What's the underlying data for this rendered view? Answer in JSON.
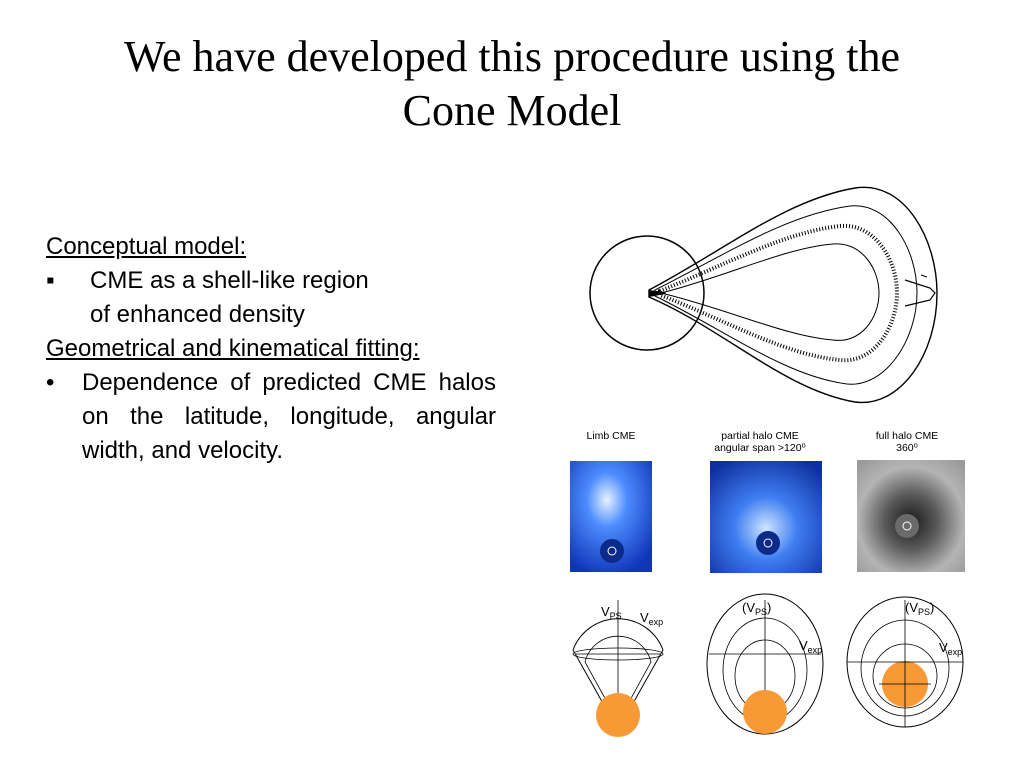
{
  "slide": {
    "title_line1": "We have developed this procedure using the",
    "title_line2": "Cone Model"
  },
  "text": {
    "heading1": "Conceptual model:",
    "bullet1_marker": "▪",
    "bullet1_line1": "CME as a shell-like region",
    "bullet1_line2": "of enhanced density",
    "heading2": "Geometrical and kinematical fitting:",
    "bullet2_marker": "•",
    "bullet2_text": "Dependence of predicted CME halos on the latitude, longitude, angular width, and velocity."
  },
  "figure": {
    "captions": [
      {
        "line1": "Limb CME",
        "line2": ""
      },
      {
        "line1": "partial halo CME",
        "line2": "angular span >120⁰"
      },
      {
        "line1": "full halo CME",
        "line2": "360⁰"
      }
    ],
    "diagram_labels": {
      "d1_vps": "V",
      "d1_vps_sub": "PS",
      "d1_vexp": "V",
      "d1_vexp_sub": "exp",
      "d2_vps": "(V",
      "d2_vps_sub": "PS",
      "d2_vps_close": ")",
      "d2_vexp": "V",
      "d2_vexp_sub": "exp",
      "d3_vps": "(V",
      "d3_vps_sub": "PS",
      "d3_vps_close": ")",
      "d3_vexp": "V",
      "d3_vexp_sub": "exp"
    },
    "colors": {
      "sun": "#f79a35",
      "lasco_blue": "#1a5bd8",
      "lasco_gray": "#9a9a9a"
    }
  }
}
